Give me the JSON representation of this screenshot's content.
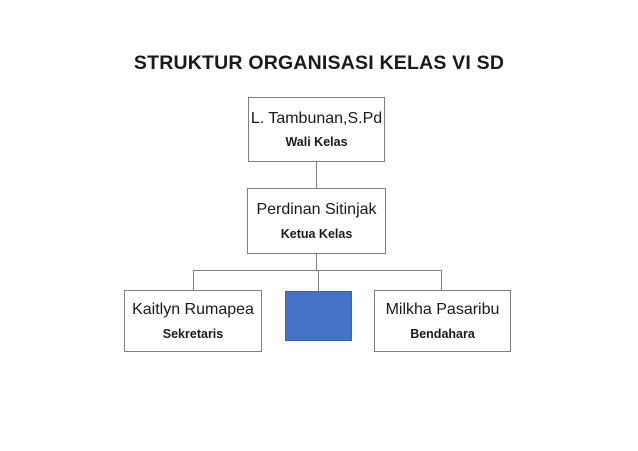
{
  "title": "STRUKTUR ORGANISASI KELAS VI SD",
  "colors": {
    "box_border": "#7f7f7f",
    "connector": "#808080",
    "blank_box_fill": "#4472C4",
    "blank_box_border": "#3B63AD",
    "text": "#1A1A1A",
    "background": "#FFFFFF"
  },
  "chart_data": {
    "type": "diagram",
    "diagram_type": "organization-chart",
    "title": "STRUKTUR ORGANISASI KELAS VI SD",
    "levels": 3,
    "nodes": [
      {
        "id": "wali",
        "level": 1,
        "name": "L. Tambunan,S.Pd",
        "role": "Wali Kelas",
        "filled": false
      },
      {
        "id": "ketua",
        "level": 2,
        "name": "Perdinan Sitinjak",
        "role": "Ketua Kelas",
        "filled": false
      },
      {
        "id": "sekretaris",
        "level": 3,
        "name": "Kaitlyn Rumapea",
        "role": "Sekretaris",
        "filled": false
      },
      {
        "id": "blank",
        "level": 3,
        "name": "",
        "role": "",
        "filled": true,
        "fill_color": "#4472C4"
      },
      {
        "id": "bendahara",
        "level": 3,
        "name": "Milkha Pasaribu",
        "role": "Bendahara",
        "filled": false
      }
    ],
    "edges": [
      {
        "from": "wali",
        "to": "ketua"
      },
      {
        "from": "ketua",
        "to": "sekretaris"
      },
      {
        "from": "ketua",
        "to": "blank"
      },
      {
        "from": "ketua",
        "to": "bendahara"
      }
    ]
  },
  "nodes": {
    "wali": {
      "name": "L. Tambunan,S.Pd",
      "role": "Wali Kelas"
    },
    "ketua": {
      "name": "Perdinan Sitinjak",
      "role": "Ketua Kelas"
    },
    "sekretaris": {
      "name": "Kaitlyn Rumapea",
      "role": "Sekretaris"
    },
    "blank": {
      "name": "",
      "role": ""
    },
    "bendahara": {
      "name": "Milkha Pasaribu",
      "role": "Bendahara"
    }
  }
}
